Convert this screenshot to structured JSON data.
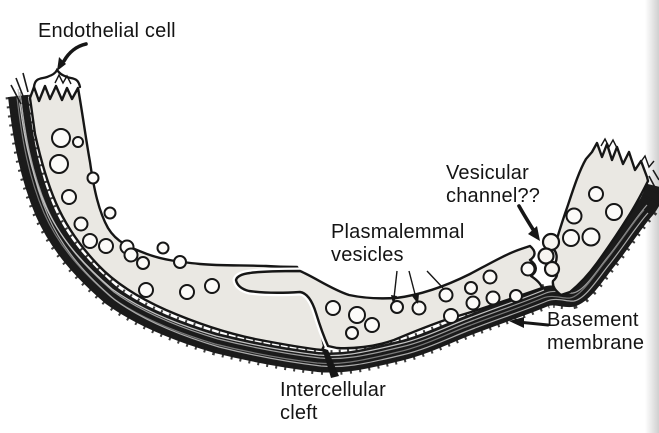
{
  "figure": {
    "labels": {
      "endothelial_cell": "Endothelial cell",
      "vesicular_channel": "Vesicular\nchannel??",
      "plasmalemmal_vesicles": "Plasmalemmal\nvesicles",
      "basement_membrane": "Basement\nmembrane",
      "intercellular_cleft": "Intercellular\ncleft"
    },
    "colors": {
      "background": "#ffffff",
      "ink": "#161616",
      "cell_fill": "#eae8e3",
      "membrane": "#1b1b1b",
      "membrane_texture": "#8a8a8a",
      "vesicle_fill": "#fcfbf9",
      "page_edge": "#cfcfcf"
    },
    "vesicles": [
      [
        61,
        138,
        9
      ],
      [
        78,
        142,
        5
      ],
      [
        59,
        164,
        9
      ],
      [
        69,
        197,
        7
      ],
      [
        93,
        178,
        5.5
      ],
      [
        110,
        213,
        5.5
      ],
      [
        81,
        224,
        6.5
      ],
      [
        90,
        241,
        7
      ],
      [
        106,
        246,
        7
      ],
      [
        127,
        247,
        6.5
      ],
      [
        131,
        255,
        6.5
      ],
      [
        143,
        263,
        6
      ],
      [
        163,
        248,
        5.5
      ],
      [
        146,
        290,
        7
      ],
      [
        187,
        292,
        7
      ],
      [
        212,
        286,
        7
      ],
      [
        180,
        262,
        6
      ],
      [
        333,
        308,
        7
      ],
      [
        352,
        333,
        6
      ],
      [
        357,
        315,
        8
      ],
      [
        372,
        325,
        7
      ],
      [
        397,
        307,
        6
      ],
      [
        419,
        308,
        6.5
      ],
      [
        446,
        295,
        6.5
      ],
      [
        471,
        288,
        6
      ],
      [
        490,
        277,
        6.5
      ],
      [
        473,
        303,
        6.5
      ],
      [
        493,
        298,
        6.5
      ],
      [
        528,
        269,
        6.5
      ],
      [
        451,
        316,
        7
      ],
      [
        516,
        296,
        6
      ],
      [
        596,
        194,
        7
      ],
      [
        574,
        216,
        7.5
      ],
      [
        614,
        212,
        8
      ],
      [
        571,
        238,
        8
      ],
      [
        591,
        237,
        8.5
      ]
    ],
    "vesicular_channel_chain": [
      [
        551,
        242,
        8
      ],
      [
        546,
        256,
        7.5
      ],
      [
        552,
        269,
        7
      ]
    ]
  }
}
